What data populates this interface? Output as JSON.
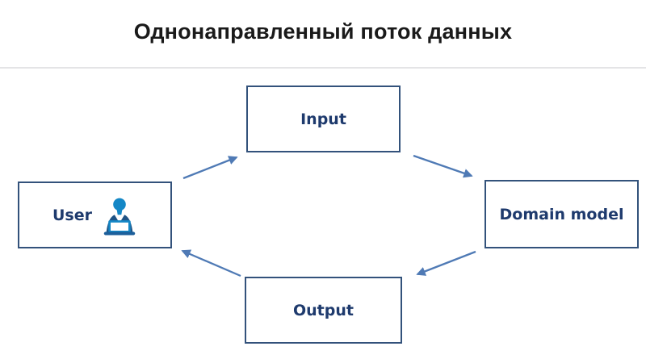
{
  "title": "Однонаправленный поток данных",
  "diagram": {
    "nodes": [
      {
        "id": "input",
        "label": "Input"
      },
      {
        "id": "user",
        "label": "User",
        "icon": "person-at-laptop-icon"
      },
      {
        "id": "domain_model",
        "label": "Domain model"
      },
      {
        "id": "output",
        "label": "Output"
      }
    ],
    "arrows": [
      {
        "from": "User",
        "to": "Input"
      },
      {
        "from": "Input",
        "to": "Domain model"
      },
      {
        "from": "Domain model",
        "to": "Output"
      },
      {
        "from": "Output",
        "to": "User"
      }
    ]
  },
  "colors": {
    "title_text": "#1a1a1a",
    "divider": "#e4e4e6",
    "box_border": "#33527b",
    "box_label_text": "#1e3a6d",
    "arrow": "#4f7ab5",
    "icon_bright_blue": "#1487c6",
    "icon_dark_blue": "#1f5385"
  }
}
